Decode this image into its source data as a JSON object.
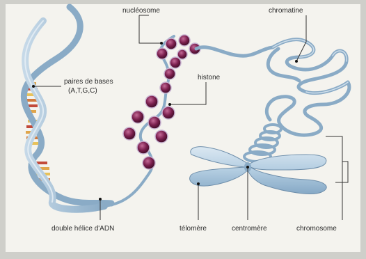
{
  "labels": {
    "nucleosome": "nucléosome",
    "chromatine": "chromatine",
    "paires_de_bases": "paires de bases",
    "bases_list": "(A,T,G,C)",
    "histone": "histone",
    "double_helice": "double hélice d'ADN",
    "telomere": "télomère",
    "centromere": "centromère",
    "chromosome": "chromosome"
  },
  "colors": {
    "background": "#dcdcd8",
    "frame": "#f4f3ee",
    "ribbon": "#a9c4da",
    "ribbon_dark": "#6f8fab",
    "histone": "#7a1f4e",
    "base_pair_warm": "#e0a54a",
    "base_pair_red": "#c24a3a",
    "chromosome": "#b7d0e3"
  }
}
